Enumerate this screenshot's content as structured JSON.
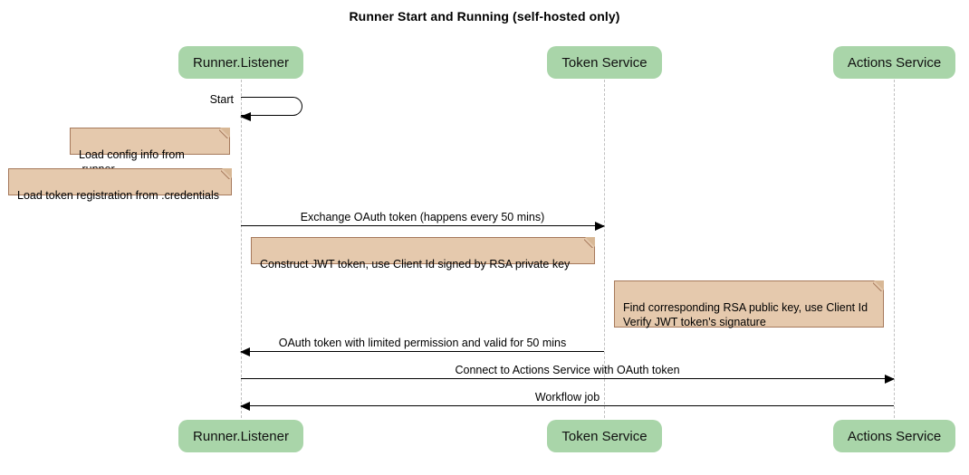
{
  "title": "Runner Start and Running (self-hosted only)",
  "colors": {
    "participant_fill": "#a9d5a9",
    "note_fill": "#e5c9ad",
    "note_border": "#a6795b",
    "lifeline": "#c0c0c0",
    "arrow": "#000000",
    "background": "#ffffff"
  },
  "participants": [
    {
      "id": "runner",
      "label": "Runner.Listener"
    },
    {
      "id": "token",
      "label": "Token Service"
    },
    {
      "id": "actions",
      "label": "Actions Service"
    }
  ],
  "participants_bottom": [
    {
      "id": "runner",
      "label": "Runner.Listener"
    },
    {
      "id": "token",
      "label": "Token Service"
    },
    {
      "id": "actions",
      "label": "Actions Service"
    }
  ],
  "self_message": {
    "label": "Start",
    "from": "runner",
    "to": "runner"
  },
  "notes": [
    {
      "id": "note-load-config",
      "text": "Load config info from .runner",
      "attached_to": "runner"
    },
    {
      "id": "note-load-token",
      "text": "Load token registration from .credentials",
      "attached_to": "runner"
    },
    {
      "id": "note-construct-jwt",
      "text": "Construct JWT token, use Client Id signed by RSA private key",
      "attached_to": "runner"
    },
    {
      "id": "note-verify-jwt",
      "text": "Find corresponding RSA public key, use Client Id\nVerify JWT token's signature",
      "attached_to": "token"
    }
  ],
  "messages": [
    {
      "id": "msg-exchange-oauth",
      "label": "Exchange OAuth token (happens every 50 mins)",
      "from": "runner",
      "to": "token",
      "direction": "right"
    },
    {
      "id": "msg-oauth-token-return",
      "label": "OAuth token with limited permission and valid for 50 mins",
      "from": "token",
      "to": "runner",
      "direction": "left"
    },
    {
      "id": "msg-connect-actions",
      "label": "Connect to Actions Service with OAuth token",
      "from": "runner",
      "to": "actions",
      "direction": "right"
    },
    {
      "id": "msg-workflow-job",
      "label": "Workflow job",
      "from": "actions",
      "to": "runner",
      "direction": "left"
    }
  ]
}
